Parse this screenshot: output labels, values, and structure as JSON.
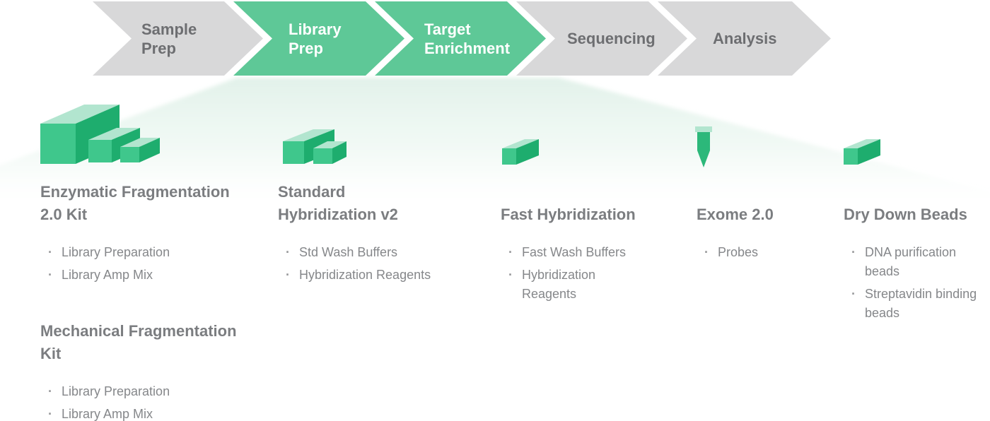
{
  "colors": {
    "chevron_active": "#5ec897",
    "chevron_inactive": "#d8d8d9",
    "chevron_active_text": "#ffffff",
    "chevron_inactive_text": "#6d6e71",
    "heading_text": "#7b7d80",
    "bullet_text": "#85878a",
    "box_front": "#3fc78c",
    "box_side": "#1ead6e",
    "box_top": "#b2e5cf",
    "tube_green": "#2cb87a",
    "spotlight_green": "#cfe9dc"
  },
  "workflow": {
    "steps": [
      {
        "label": "Sample Prep",
        "state": "inactive"
      },
      {
        "label": "Library Prep",
        "state": "active"
      },
      {
        "label": "Target Enrichment",
        "state": "active"
      },
      {
        "label": "Sequencing",
        "state": "inactive"
      },
      {
        "label": "Analysis",
        "state": "inactive"
      }
    ]
  },
  "columns": [
    {
      "icon": "kit-boxes-three-icon",
      "products": [
        {
          "name": "Enzymatic Fragmentation 2.0 Kit",
          "components": [
            "Library Preparation",
            "Library Amp Mix"
          ]
        },
        {
          "name": "Mechanical Fragmentation Kit",
          "components": [
            "Library Preparation",
            "Library Amp Mix"
          ]
        }
      ]
    },
    {
      "icon": "kit-boxes-two-icon",
      "products": [
        {
          "name": "Standard Hybridization v2",
          "components": [
            "Std Wash Buffers",
            "Hybridization Reagents"
          ]
        }
      ]
    },
    {
      "icon": "kit-box-single-icon",
      "products": [
        {
          "name": "Fast Hybridization",
          "components": [
            "Fast Wash Buffers",
            "Hybridization Reagents"
          ]
        }
      ]
    },
    {
      "icon": "sample-tube-icon",
      "products": [
        {
          "name": "Exome 2.0",
          "components": [
            "Probes"
          ]
        }
      ]
    },
    {
      "icon": "kit-box-single-icon",
      "products": [
        {
          "name": "Dry Down Beads",
          "components": [
            "DNA purification beads",
            "Streptavidin binding beads"
          ]
        }
      ]
    }
  ]
}
